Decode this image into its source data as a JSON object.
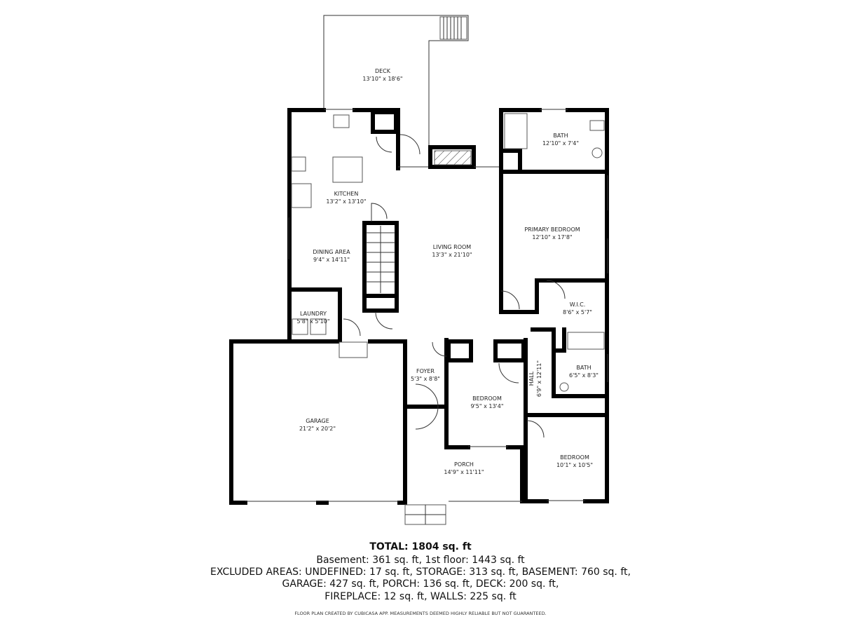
{
  "rooms": {
    "deck": {
      "name": "DECK",
      "size": "13'10\" x 18'6\""
    },
    "bath_primary": {
      "name": "BATH",
      "size": "12'10\" x 7'4\""
    },
    "kitchen": {
      "name": "KITCHEN",
      "size": "13'2\" x 13'10\""
    },
    "primary_bedroom": {
      "name": "PRIMARY BEDROOM",
      "size": "12'10\" x 17'8\""
    },
    "dining_area": {
      "name": "DINING AREA",
      "size": "9'4\" x 14'11\""
    },
    "living_room": {
      "name": "LIVING ROOM",
      "size": "13'3\" x 21'10\""
    },
    "wic": {
      "name": "W.I.C.",
      "size": "8'6\" x 5'7\""
    },
    "laundry": {
      "name": "LAUNDRY",
      "size": "5'8\" x 5'10\""
    },
    "foyer": {
      "name": "FOYER",
      "size": "5'3\" x 8'8\""
    },
    "hall": {
      "name": "HALL",
      "size": "6'9\" x 12'11\""
    },
    "bath_hall": {
      "name": "BATH",
      "size": "6'5\" x 8'3\""
    },
    "bedroom_mid": {
      "name": "BEDROOM",
      "size": "9'5\" x 13'4\""
    },
    "garage": {
      "name": "GARAGE",
      "size": "21'2\" x 20'2\""
    },
    "bedroom_right": {
      "name": "BEDROOM",
      "size": "10'1\" x 10'5\""
    },
    "porch": {
      "name": "PORCH",
      "size": "14'9\" x 11'11\""
    }
  },
  "summary": {
    "total": "TOTAL: 1804 sq. ft",
    "line1": "Basement: 361 sq. ft, 1st floor: 1443 sq. ft",
    "line2": "EXCLUDED AREAS: UNDEFINED: 17 sq. ft, STORAGE: 313 sq. ft, BASEMENT: 760 sq. ft,",
    "line3": "GARAGE: 427 sq. ft, PORCH: 136 sq. ft, DECK: 200 sq. ft,",
    "line4": "FIREPLACE: 12 sq. ft, WALLS: 225 sq. ft",
    "disclaimer": "FLOOR PLAN CREATED BY CUBICASA APP. MEASUREMENTS DEEMED HIGHLY RELIABLE BUT NOT GUARANTEED."
  }
}
